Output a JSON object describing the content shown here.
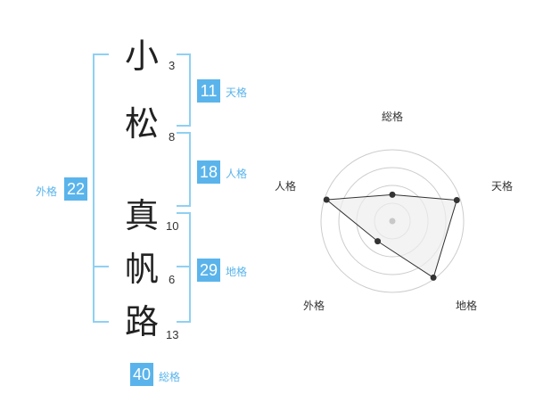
{
  "name": {
    "chars": [
      {
        "char": "小",
        "strokes": "3"
      },
      {
        "char": "松",
        "strokes": "8"
      },
      {
        "char": "真",
        "strokes": "10"
      },
      {
        "char": "帆",
        "strokes": "6"
      },
      {
        "char": "路",
        "strokes": "13"
      }
    ]
  },
  "kaku": {
    "tenkaku": {
      "value": "11",
      "label": "天格"
    },
    "jinkaku": {
      "value": "18",
      "label": "人格"
    },
    "chikaku": {
      "value": "29",
      "label": "地格"
    },
    "gaikaku": {
      "value": "22",
      "label": "外格"
    },
    "soukaku": {
      "value": "40",
      "label": "総格"
    }
  },
  "radar": {
    "axes": [
      "総格",
      "天格",
      "地格",
      "外格",
      "人格"
    ],
    "levels": 4,
    "values": [
      0.37,
      0.95,
      0.98,
      0.35,
      0.97
    ],
    "colors": {
      "fill": "#eeeeee",
      "stroke": "#333333",
      "grid": "#cccccc",
      "center": "#c8c8c8"
    }
  },
  "colors": {
    "accent": "#5ab4eb",
    "bracket": "#8fd0f3"
  }
}
